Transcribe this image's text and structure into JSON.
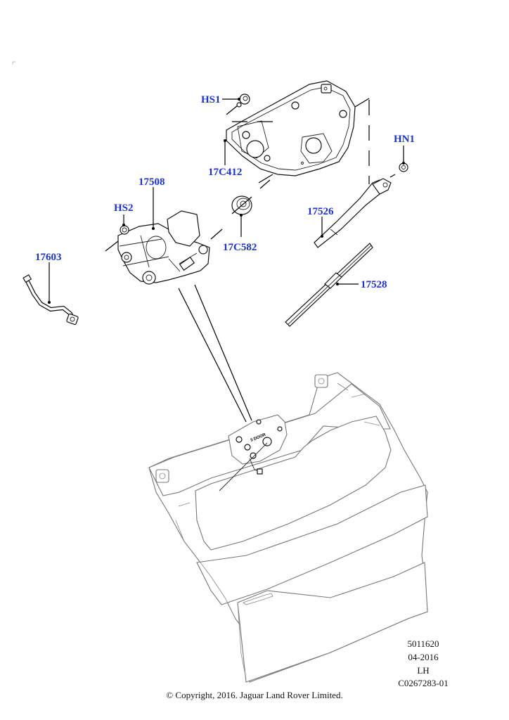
{
  "diagram": {
    "callouts": [
      {
        "id": "HS1",
        "label": "HS1"
      },
      {
        "id": "17C412",
        "label": "17C412"
      },
      {
        "id": "HN1",
        "label": "HN1"
      },
      {
        "id": "17508",
        "label": "17508"
      },
      {
        "id": "HS2",
        "label": "HS2"
      },
      {
        "id": "17C582",
        "label": "17C582"
      },
      {
        "id": "17526",
        "label": "17526"
      },
      {
        "id": "17603",
        "label": "17603"
      },
      {
        "id": "17528",
        "label": "17528"
      }
    ],
    "panel_marking": "3 DOOR",
    "label_color": "#1a2fe0"
  },
  "reference": {
    "illustration_number": "5011620",
    "date": "04-2016",
    "side": "LH",
    "code": "C0267283-01"
  },
  "footer": {
    "copyright": "© Copyright, 2016. Jaguar Land Rover Limited."
  }
}
